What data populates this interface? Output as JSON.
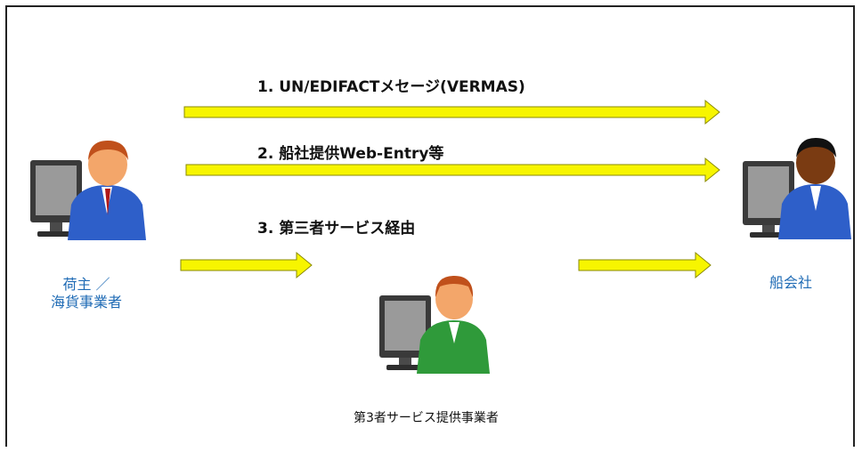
{
  "diagram": {
    "routes": [
      {
        "label": "1.  UN/EDIFACTメセージ(VERMAS)"
      },
      {
        "label": "2.  船社提供Web-Entry等"
      },
      {
        "label": "3.   第三者サービス経由"
      }
    ],
    "actors": {
      "shipper": {
        "line1": "荷主 ／",
        "line2": "海貨事業者"
      },
      "carrier": {
        "label": "船会社"
      },
      "third_party": {
        "label": "第3者サービス提供事業者"
      }
    },
    "colors": {
      "arrow_fill": "#f7f500",
      "arrow_stroke": "#8a8a00",
      "actor_label": "#1f6bb5"
    }
  }
}
